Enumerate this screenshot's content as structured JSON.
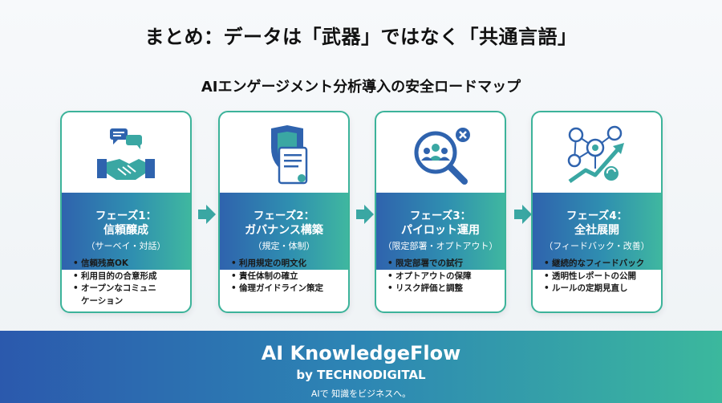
{
  "title": "まとめ：データは「武器」ではなく「共通言語」",
  "subtitle": "AIエンゲージメント分析導入の安全ロードマップ",
  "phases": [
    {
      "phase": "フェーズ1：",
      "name": "信頼醸成",
      "note": "（サーベイ・対話）",
      "icon": "handshake-icon",
      "items": [
        "信頼残高OK",
        "利用目的の合意形成",
        "オープンなコミュニ",
        "ケーション"
      ]
    },
    {
      "phase": "フェーズ2：",
      "name": "ガバナンス構築",
      "note": "（規定・体制）",
      "icon": "shield-document-icon",
      "items": [
        "利用規定の明文化",
        "責任体制の確立",
        "倫理ガイドライン策定"
      ]
    },
    {
      "phase": "フェーズ3：",
      "name": "パイロット運用",
      "note": "（限定部署・オプトアウト）",
      "icon": "magnifier-people-icon",
      "items": [
        "限定部署での試行",
        "オプトアウトの保障",
        "リスク評価と調整"
      ]
    },
    {
      "phase": "フェーズ4：",
      "name": "全社展開",
      "note": "（フィードバック・改善）",
      "icon": "network-growth-icon",
      "items": [
        "継続的なフィードバック",
        "透明性レポートの公開",
        "ルールの定期見直し"
      ]
    }
  ],
  "footer": {
    "brand": "AI KnowledgeFlow",
    "by": "by TECHNODIGITAL",
    "tagline": "AIで 知識をビジネスへ。"
  },
  "colors": {
    "blue": "#2f63ae",
    "teal": "#3fb7a0",
    "arrow": "#3aa7a3"
  }
}
